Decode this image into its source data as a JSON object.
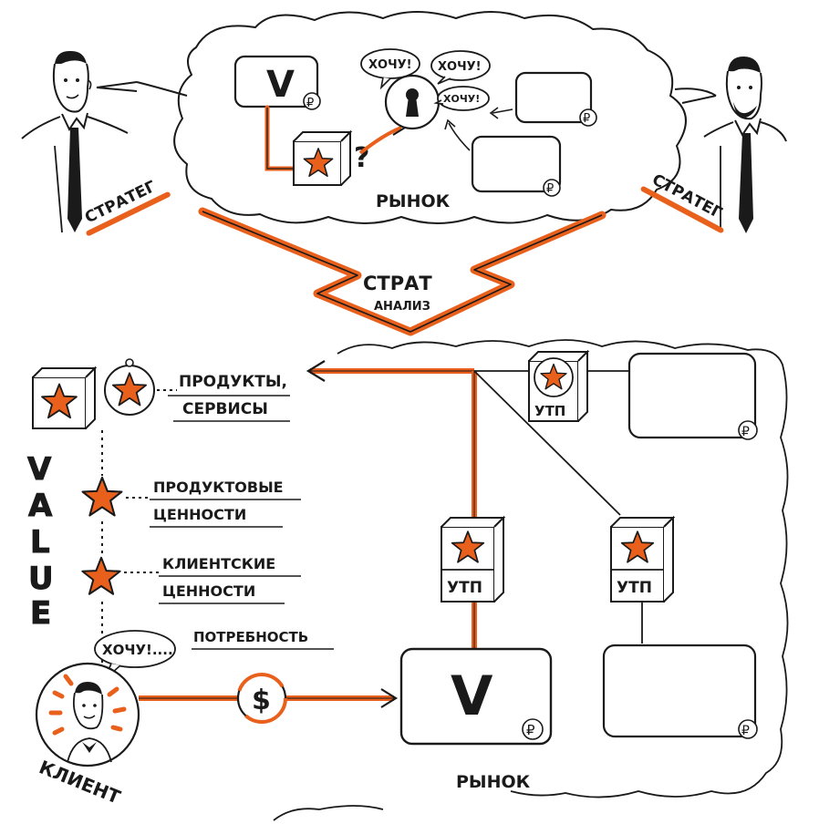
{
  "colors": {
    "ink": "#1a1a1a",
    "accent": "#e8601c",
    "star": "#e8601c",
    "paper": "#ffffff"
  },
  "top": {
    "market_label": "РЫНОК",
    "strategist_left_label": "СТРАТЕГ",
    "strategist_right_label": "СТРАТЕГ",
    "want_bubbles": [
      "ХОЧУ!",
      "ХОЧУ!",
      "ХОЧУ!"
    ],
    "question_mark": "?",
    "product_letter": "V",
    "currency": "₽"
  },
  "arrow": {
    "line1": "СТРАТ",
    "line2": "АНАЛИЗ"
  },
  "value_stack": {
    "value_letters": [
      "V",
      "A",
      "L",
      "U",
      "E"
    ],
    "products_label_1": "ПРОДУКТЫ,",
    "products_label_2": "СЕРВИСЫ",
    "product_values_1": "ПРОДУКТОВЫЕ",
    "product_values_2": "ЦЕННОСТИ",
    "client_values_1": "КЛИЕНТСКИЕ",
    "client_values_2": "ЦЕННОСТИ",
    "need_label": "ПОТРЕБНОСТЬ",
    "want_bubble": "ХОЧУ!....",
    "client_label": "КЛИЕНТ"
  },
  "bottom": {
    "market_label": "РЫНОК",
    "usp_labels": [
      "УТП",
      "УТП",
      "УТП"
    ],
    "product_letter": "V",
    "dollar": "$",
    "currency": "₽"
  }
}
